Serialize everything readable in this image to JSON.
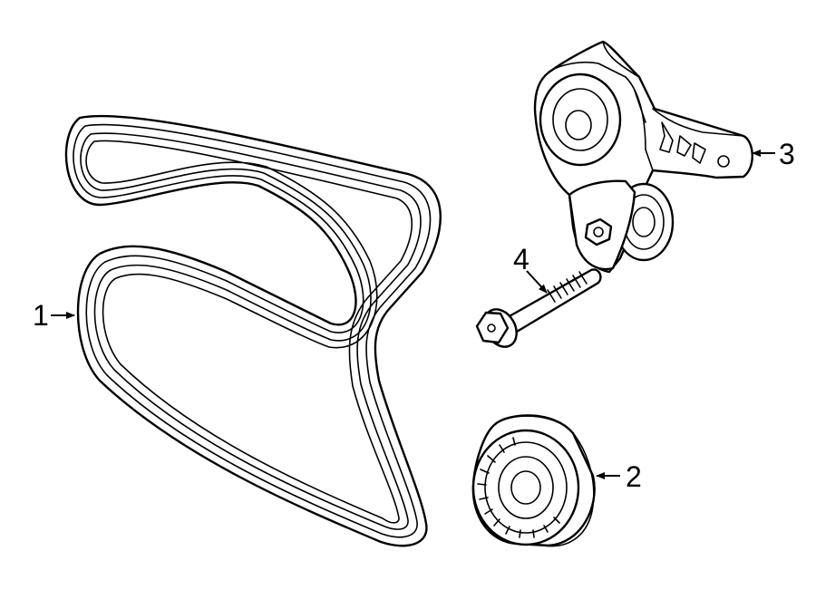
{
  "callouts": [
    {
      "number": "1",
      "part": "belt"
    },
    {
      "number": "2",
      "part": "idler-pulley"
    },
    {
      "number": "3",
      "part": "belt-tensioner"
    },
    {
      "number": "4",
      "part": "bolt"
    }
  ],
  "colors": {
    "line": "#000000",
    "background": "#ffffff"
  }
}
